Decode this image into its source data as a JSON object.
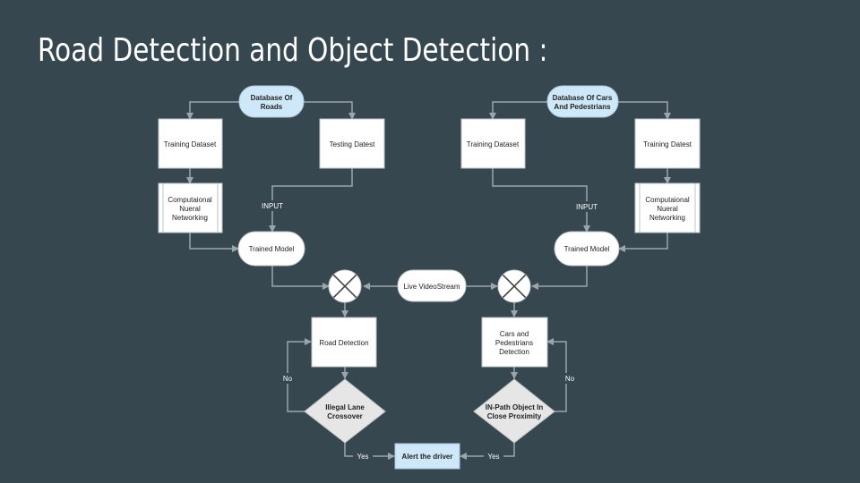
{
  "slide": {
    "title": "Road Detection and Object Detection :"
  },
  "nodes": {
    "db_roads": [
      "Database Of",
      "Roads"
    ],
    "db_cars": [
      "Database Of Cars",
      "And Pedestrians"
    ],
    "left_training": [
      "Training Dataset"
    ],
    "left_testing": [
      "Testing Datest"
    ],
    "right_training": [
      "Training Dataset"
    ],
    "right_training2": [
      "Training Datest"
    ],
    "left_cnn": [
      "Computaional",
      "Nueral",
      "Networking"
    ],
    "right_cnn": [
      "Computaional",
      "Nueral",
      "Networking"
    ],
    "left_model": [
      "Trained Model"
    ],
    "right_model": [
      "Trained Model"
    ],
    "live_stream": [
      "Live VideoStream"
    ],
    "road_detection": [
      "Road Detection"
    ],
    "cars_detection": [
      "Cars and",
      "Pedestrians",
      "Detection"
    ],
    "illegal_lane": [
      "Illegal Lane",
      "Crossover"
    ],
    "inpath_object": [
      "IN-Path Object In",
      "Close Proximity"
    ],
    "alert": [
      "Alert the driver"
    ]
  },
  "edge_labels": {
    "left_input": "INPUT",
    "right_input": "INPUT",
    "left_no": "No",
    "right_no": "No",
    "left_yes": "Yes",
    "right_yes": "Yes"
  }
}
